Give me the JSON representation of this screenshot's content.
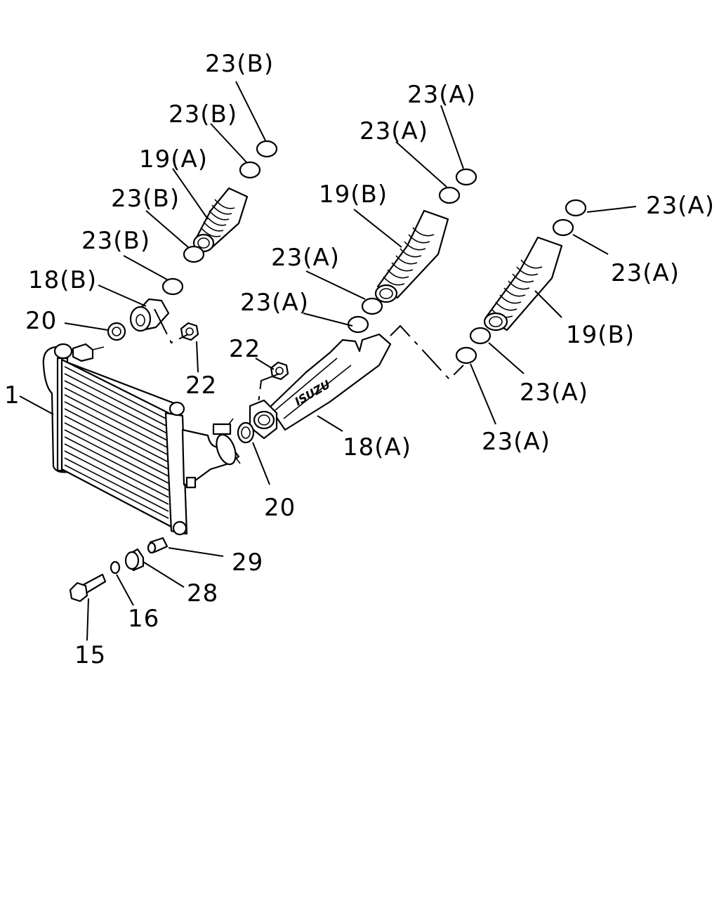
{
  "diagram": {
    "logo_text": "ISUZU",
    "labels": {
      "clamp_b_1": "23(B)",
      "clamp_b_2": "23(B)",
      "clamp_b_3": "23(B)",
      "clamp_b_4": "23(B)",
      "hose_19a": "19(A)",
      "pipe_18b": "18(B)",
      "gasket_20_left": "20",
      "nut_22_left": "22",
      "intercooler_1": "1",
      "clamp_a_1": "23(A)",
      "clamp_a_2": "23(A)",
      "hose_19b_mid": "19(B)",
      "clamp_a_3": "23(A)",
      "clamp_a_4": "23(A)",
      "nut_22_mid": "22",
      "pipe_18a": "18(A)",
      "gasket_20_mid": "20",
      "clamp_a_5": "23(A)",
      "clamp_a_6": "23(A)",
      "hose_19b_right": "19(B)",
      "clamp_a_7": "23(A)",
      "clamp_a_8": "23(A)",
      "collar_29": "29",
      "cushion_28": "28",
      "washer_16": "16",
      "bolt_15": "15"
    }
  }
}
